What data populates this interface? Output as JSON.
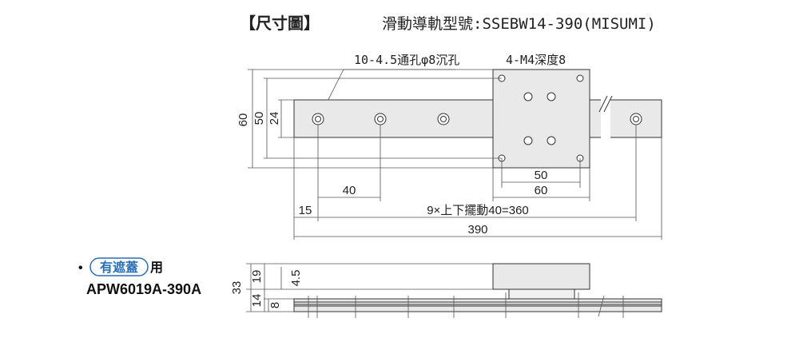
{
  "header": {
    "section_title": "【尺寸圖】",
    "model_text": "滑動導軌型號:SSEBW14-390(MISUMI)"
  },
  "top_view": {
    "hole_callout": "10-4.5通孔φ8沉孔",
    "tap_callout": "4-M4深度8",
    "dims": {
      "overall_height": "60",
      "hole_span_height": "50",
      "rail_width": "24",
      "block_hole_pitch": "50",
      "block_length": "60",
      "hole_pitch": "40",
      "end_offset": "15",
      "pitch_total": "9×上下擺動40=360",
      "rail_length": "390"
    }
  },
  "side_view": {
    "bullet": "•",
    "cover_badge": "有遮蓋",
    "cover_suffix": "用",
    "part_number": "APW6019A-390A",
    "dims": {
      "total_height": "33",
      "block_height": "19",
      "rail_height_zone": "14",
      "rail_height": "8",
      "gap": "4.5"
    }
  }
}
